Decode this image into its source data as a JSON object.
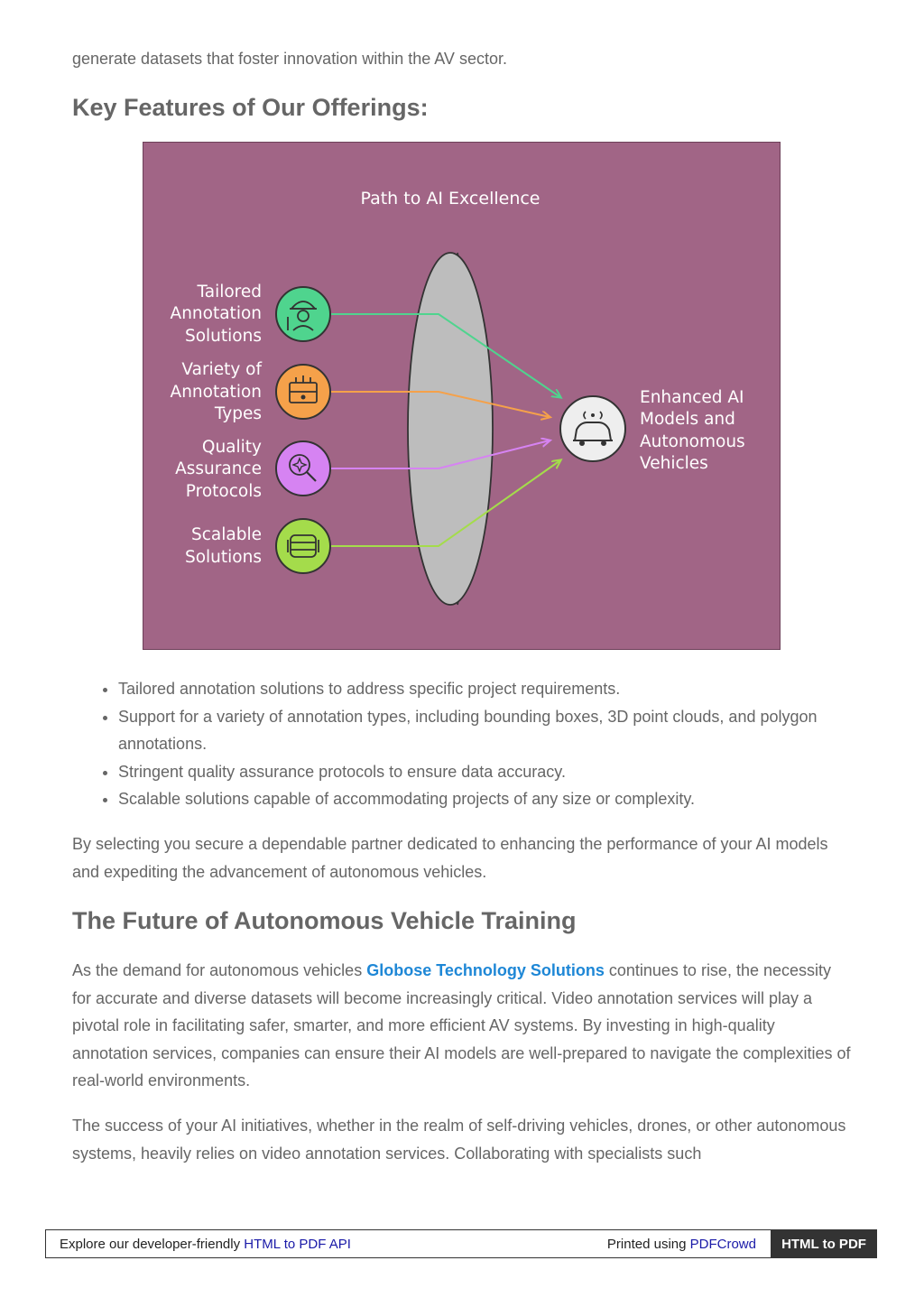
{
  "intro_tail": "generate datasets that foster innovation within the AV sector.",
  "heading_key_features": "Key Features of Our Offerings:",
  "figure": {
    "title": "Path to AI Excellence",
    "inputs": [
      {
        "lines": [
          "Tailored",
          "Annotation",
          "Solutions"
        ],
        "color": "#4fd48e",
        "icon": "engineer-icon"
      },
      {
        "lines": [
          "Variety of",
          "Annotation",
          "Types"
        ],
        "color": "#f5a14a",
        "icon": "toolbox-icon"
      },
      {
        "lines": [
          "Quality",
          "Assurance",
          "Protocols"
        ],
        "color": "#d683f2",
        "icon": "magnifier-check-icon"
      },
      {
        "lines": [
          "Scalable",
          "Solutions"
        ],
        "color": "#a4dc4b",
        "icon": "modular-box-icon"
      }
    ],
    "output": {
      "lines": [
        "Enhanced AI",
        "Models and",
        "Autonomous",
        "Vehicles"
      ],
      "icon": "autonomous-car-icon"
    },
    "colors": {
      "background": "#a16586",
      "lens": "#bdbdbd"
    }
  },
  "bullets": [
    "Tailored annotation solutions to address specific project requirements.",
    "Support for a variety of annotation types, including bounding boxes, 3D point clouds, and polygon annotations.",
    "Stringent quality assurance protocols to ensure data accuracy.",
    "Scalable solutions capable of accommodating projects of any size or complexity."
  ],
  "para_select": "By selecting you secure a dependable partner dedicated to enhancing the performance of your AI models and expediting the advancement of autonomous vehicles.",
  "heading_future": "The Future of Autonomous Vehicle Training",
  "para_future": {
    "before": "As the demand for autonomous vehicles ",
    "link": "Globose Technology Solutions",
    "after": " continues to rise, the necessity for accurate and diverse datasets will become increasingly critical. Video annotation services will play a pivotal role in facilitating safer, smarter, and more efficient AV systems. By investing in high-quality annotation services, companies can ensure their AI models are well-prepared to navigate the complexities of real-world environments."
  },
  "para_success": "The success of your AI initiatives, whether in the realm of self-driving vehicles, drones, or other autonomous systems, heavily relies on video annotation services. Collaborating with specialists such",
  "footer": {
    "left_text": "Explore our developer-friendly ",
    "left_link": "HTML to PDF API",
    "right_text": "Printed using ",
    "right_link": "PDFCrowd",
    "badge": "HTML to PDF"
  }
}
